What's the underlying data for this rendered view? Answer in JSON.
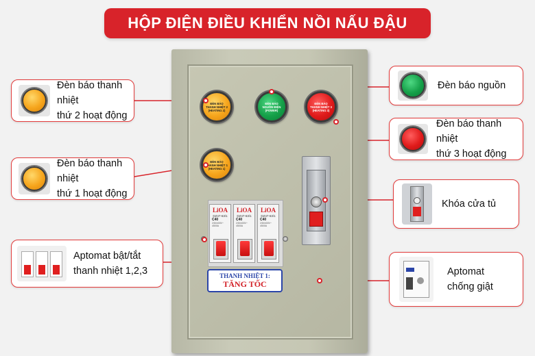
{
  "title": "HỘP ĐIỆN ĐIỀU KHIỂN NỒI NẤU ĐẬU",
  "callouts": {
    "lamp2": {
      "line1": "Đèn báo thanh nhiệt",
      "line2": "thứ 2 hoạt động"
    },
    "lamp1": {
      "line1": "Đèn báo thanh nhiệt",
      "line2": "thứ 1 hoạt động"
    },
    "breakers": {
      "line1": "Aptomat bật/tắt",
      "line2": "thanh nhiệt 1,2,3"
    },
    "power": {
      "line1": "Đèn báo nguồn"
    },
    "lamp3": {
      "line1": "Đèn báo thanh nhiệt",
      "line2": "thứ 3 hoạt động"
    },
    "lock": {
      "line1": "Khóa cửa tủ"
    },
    "rcbo": {
      "line1": "Aptomat",
      "line2": "chống giật"
    }
  },
  "lamps": {
    "lamp2": "ĐÈN BÁO THANH NHIỆT 2 (HEATING 2)",
    "power": "ĐÈN BÁO NGUỒN ĐIỆN (POWER)",
    "lamp3": "ĐÈN BÁO THANH NHIỆT 3 (HEATING 3)",
    "lamp1": "ĐÈN BÁO THANH NHIỆT 1 (HEATING 1)"
  },
  "breakers": [
    {
      "brand": "LiOA",
      "model": "DZ47-63/1",
      "amps": "C40",
      "spec": "230/400V~ 4500A"
    },
    {
      "brand": "LiOA",
      "model": "DZ47-63/1",
      "amps": "C40",
      "spec": "230/400V~ 4500A"
    },
    {
      "brand": "LiOA",
      "model": "DZ47-63/1",
      "amps": "C40",
      "spec": "230/400V~ 4500A"
    }
  ],
  "plate": {
    "line1": "THANH NHIỆT 1:",
    "line2": "TĂNG TỐC"
  },
  "colors": {
    "accent": "#d8232a",
    "cabinet": "#c3c4b1",
    "plate_border": "#2a44a8"
  }
}
